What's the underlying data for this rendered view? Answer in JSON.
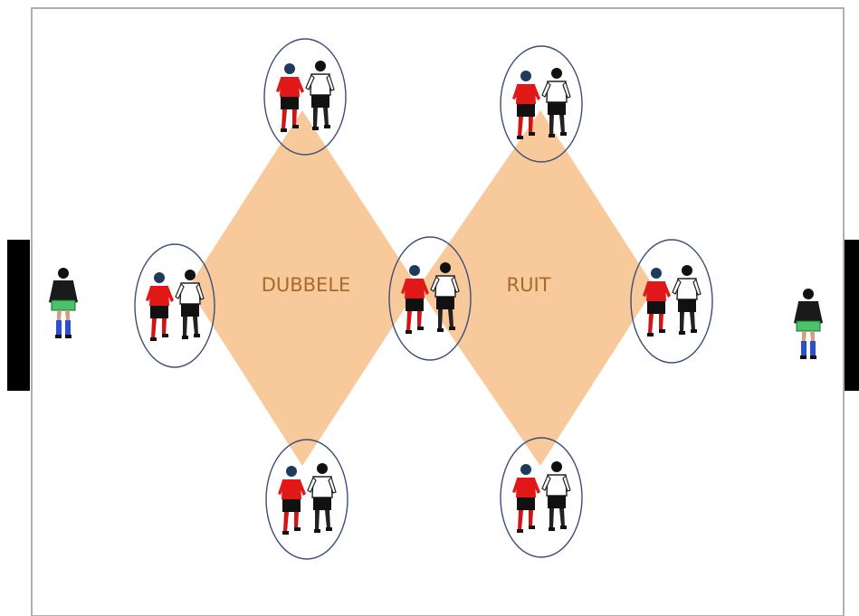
{
  "labels": {
    "left": "DUBBELE",
    "right": "RUIT"
  },
  "colors": {
    "field_border": "#b0b0b0",
    "goal": "#000000",
    "diamond_fill": "#f8c99a",
    "text": "#a86a2a",
    "ellipse_stroke": "#3a4f7a",
    "attacker_shirt": "#e01818",
    "defender_shirt": "#ffffff",
    "keeper_shirt": "#1a1a1a",
    "keeper_shorts": "#4cc36a",
    "keeper_socks": "#2a4fd0",
    "shorts": "#111111"
  },
  "icons": {
    "pair": "player-pair-icon",
    "goalkeeper": "goalkeeper-icon"
  },
  "players": {
    "pairs": [
      "top-left",
      "top-right",
      "left",
      "center",
      "right",
      "bottom-left",
      "bottom-right"
    ],
    "goalkeepers": [
      "left",
      "right"
    ]
  }
}
